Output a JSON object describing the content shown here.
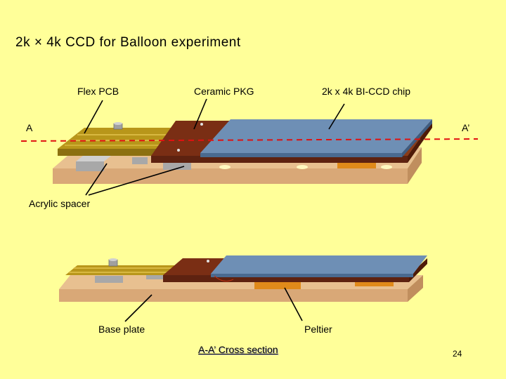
{
  "title": "2k × 4k CCD for Balloon experiment",
  "labels": {
    "flex_pcb": "Flex PCB",
    "ceramic_pkg": "Ceramic PKG",
    "ccd_chip": "2k x 4k BI-CCD chip",
    "section_a": "A",
    "section_a_prime": "A’",
    "acrylic_spacer": "Acrylic spacer",
    "base_plate": "Base plate",
    "peltier": "Peltier"
  },
  "caption": "A-A’ Cross section",
  "page_number": "24",
  "colors": {
    "background": "#FFFF99",
    "base_plate": "#D9A877",
    "flex_pcb": "#B8961A",
    "ceramic_pkg": "#7A2E14",
    "ccd_chip": "#6E8FB5",
    "peltier": "#E08A1A",
    "section_line": "#E01010"
  }
}
